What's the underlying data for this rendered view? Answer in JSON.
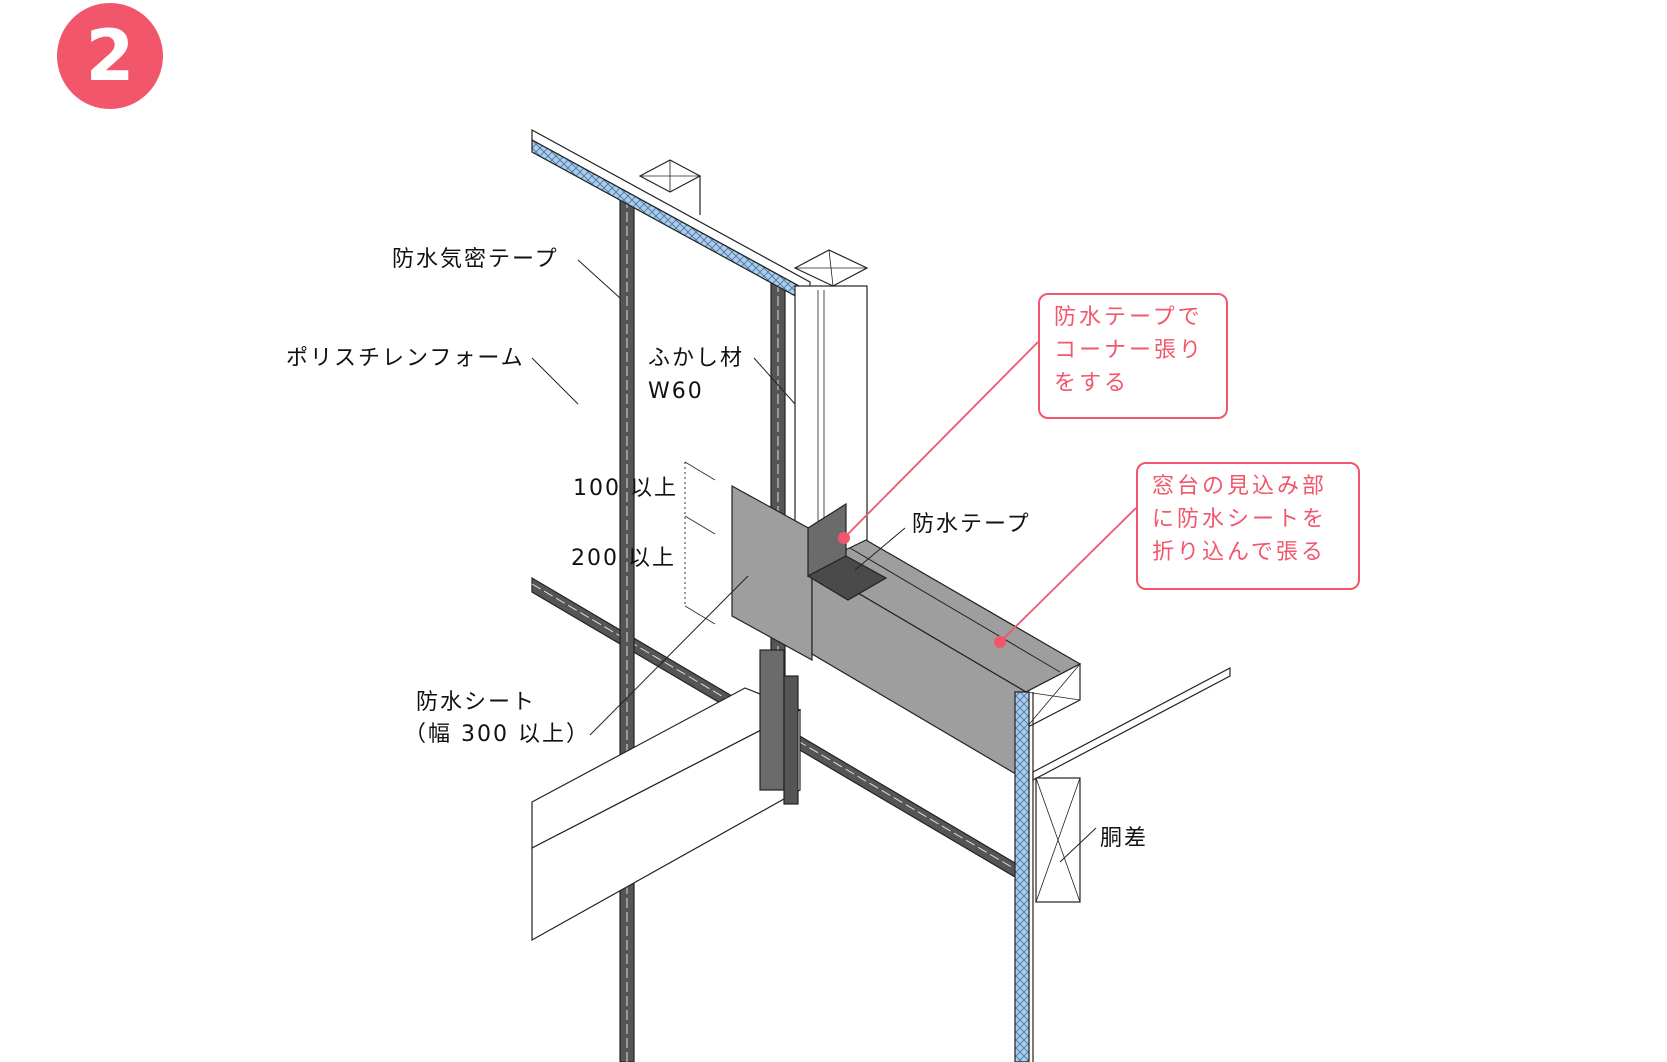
{
  "step_number": "2",
  "labels": {
    "air_tape": "防水気密テープ",
    "foam": "ポリスチレンフォーム",
    "furring_line1": "ふかし材",
    "furring_line2": "W60",
    "dim_100": "100 以上",
    "dim_200": "200 以上",
    "tape": "防水テープ",
    "sheet_line1": "防水シート",
    "sheet_line2": "（幅 300 以上）",
    "dousa": "胴差"
  },
  "notes": {
    "corner": [
      "防水テープで",
      "コーナー張り",
      "をする"
    ],
    "sill": [
      "窓台の見込み部",
      "に防水シートを",
      "折り込んで張る"
    ]
  },
  "colors": {
    "accent": "#f2566b",
    "insulation": "#a9cdef",
    "sheet": "#9e9e9e",
    "tape_dark": "#5a5a5a",
    "line": "#222222"
  }
}
